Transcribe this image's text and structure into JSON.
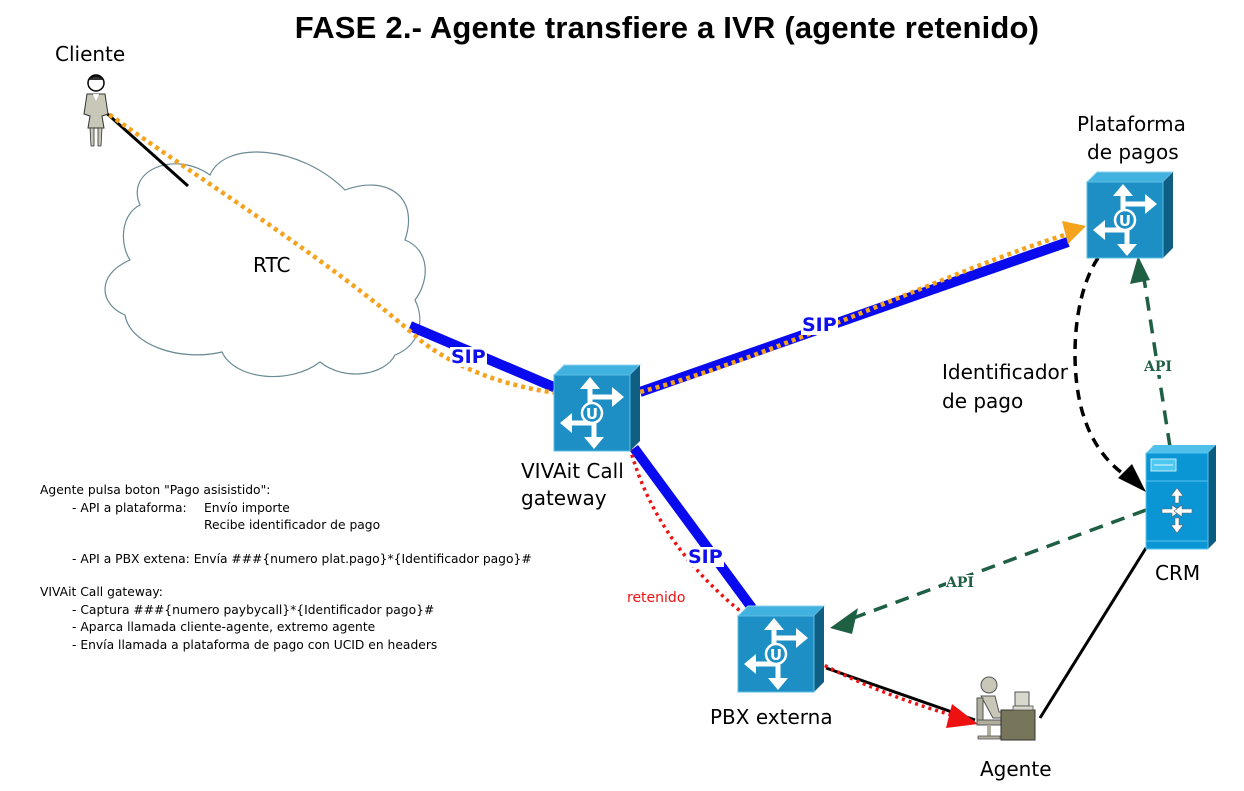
{
  "title": "FASE 2.- Agente transfiere  a IVR (agente retenido)",
  "nodes": {
    "cliente": {
      "label": "Cliente",
      "icon": "person-woman-icon"
    },
    "rtc": {
      "label": "RTC",
      "icon": "cloud-icon"
    },
    "gateway": {
      "label_line1": "VIVAit Call",
      "label_line2": "gateway",
      "icon": "switch-router-icon"
    },
    "plataforma": {
      "label_line1": "Plataforma",
      "label_line2": "de pagos",
      "icon": "switch-router-icon"
    },
    "crm": {
      "label": "CRM",
      "icon": "server-icon"
    },
    "pbx": {
      "label": "PBX externa",
      "icon": "switch-router-icon"
    },
    "agente": {
      "label": "Agente",
      "icon": "person-at-desk-icon"
    }
  },
  "links": {
    "sip_rtc_gateway": "SIP",
    "sip_gateway_plataforma": "SIP",
    "sip_gateway_pbx": "SIP",
    "api_crm_plataforma": "API",
    "api_crm_pbx": "API",
    "identificador": {
      "line1": "Identificador",
      "line2": "de pago"
    },
    "retenido": "retenido"
  },
  "colors": {
    "sip": "#0a0aee",
    "media_path": "#f5a21c",
    "held_path": "#ee1111",
    "api": "#1f5f44",
    "device": "#1e8fc4",
    "device_side": "#0f5f85",
    "person": "#c8c7b8",
    "desk": "#77765a"
  },
  "notes": {
    "heading1": "Agente pulsa boton \"Pago asisistido\":",
    "api_plataforma_label": "- API a plataforma:",
    "api_plataforma_1": "Envío importe",
    "api_plataforma_2": "Recibe identificador de pago",
    "api_pbx": "- API a PBX extena: Envía ###{numero plat.pago}*{Identificador pago}#",
    "heading2": "VIVAit Call gateway:",
    "gw_1": "- Captura ###{numero paybycall}*{Identificador pago}#",
    "gw_2": "- Aparca llamada cliente-agente, extremo agente",
    "gw_3": "- Envía llamada a plataforma de pago con UCID en headers"
  }
}
